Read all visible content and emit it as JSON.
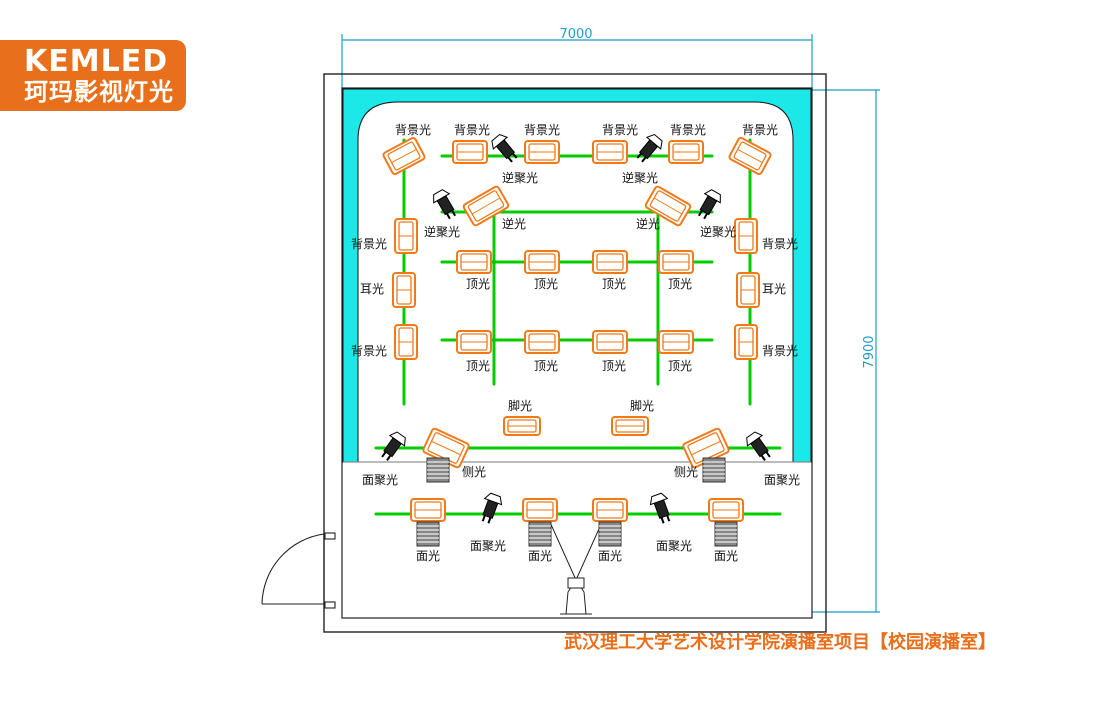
{
  "brand": {
    "name": "KEMLED",
    "chinese_name": "珂玛影视灯光",
    "color": "#e8701c"
  },
  "caption": "武汉理工大学艺术设计学院演播室项目【校园演播室】",
  "dimensions": {
    "width_label": "7000",
    "height_label": "7900"
  },
  "colors": {
    "backdrop": "#1de8e8",
    "truss": "#00cc00",
    "fixture": "#f07a1a",
    "dimension": "#1b9fc4",
    "wall": "#222222"
  },
  "labels": {
    "background_light": "背景光",
    "back_spot": "逆聚光",
    "back_light": "逆光",
    "top_light": "顶光",
    "ear_light": "耳光",
    "foot_light": "脚光",
    "side_light": "侧光",
    "front_spot": "面聚光",
    "front_light": "面光"
  }
}
